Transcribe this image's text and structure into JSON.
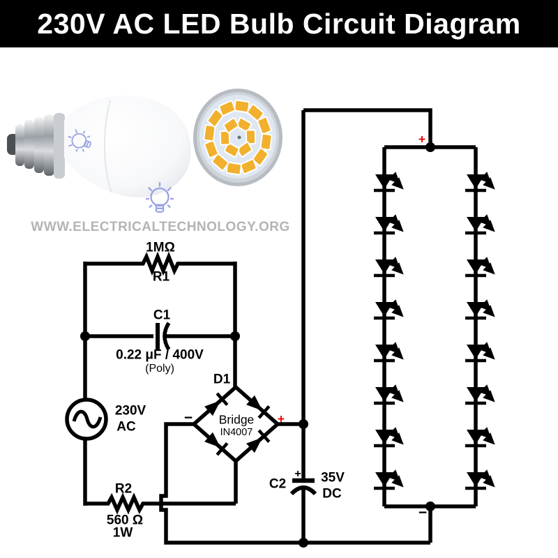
{
  "title": "230V AC LED Bulb Circuit Diagram",
  "watermark": "WWW.ELECTRICALTECHNOLOGY.ORG",
  "components": {
    "r1": {
      "name": "R1",
      "value": "1MΩ"
    },
    "c1": {
      "name": "C1",
      "value": "0.22 μF / 400V",
      "dielectric": "(Poly)"
    },
    "ac_source": {
      "voltage": "230V",
      "kind": "AC"
    },
    "bridge": {
      "designator": "D1",
      "label": "Bridge",
      "part": "IN4007",
      "minus": "−",
      "plus": "+"
    },
    "r2": {
      "name": "R2",
      "value": "560 Ω",
      "power": "1W"
    },
    "c2": {
      "name": "C2",
      "plus": "+",
      "voltage": "35V",
      "kind": "DC"
    },
    "led_array": {
      "plus": "+",
      "minus": "−",
      "strings": 2,
      "leds_per_string": 8
    }
  },
  "colors": {
    "wire": "#000000",
    "polarity_plus": "#f00000",
    "watermark_gray": "#b4b4b4",
    "led_chip_yellow": "#f1b12e",
    "module_face": "#dfe7f2",
    "header_bg": "#000000",
    "header_text": "#ffffff"
  }
}
